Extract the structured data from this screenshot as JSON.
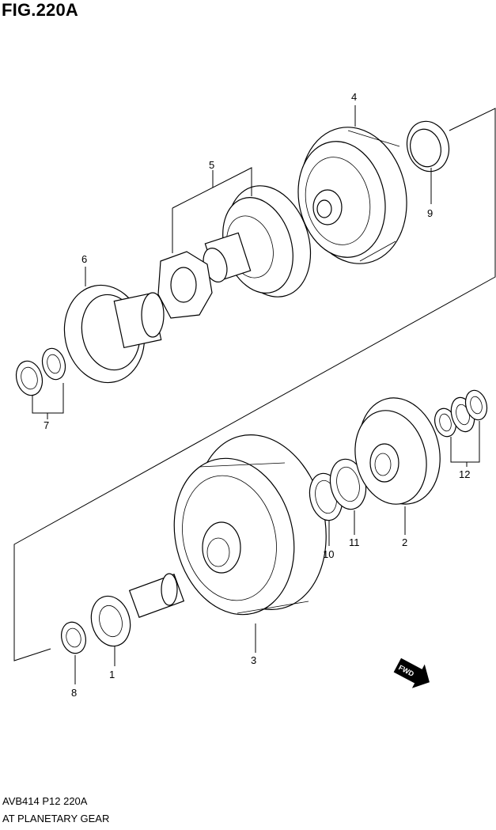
{
  "figure": {
    "title": "FIG.220A",
    "code": "AVB414 P12 220A",
    "name": "AT PLANETARY GEAR"
  },
  "callouts": [
    "1",
    "2",
    "3",
    "4",
    "5",
    "6",
    "7",
    "8",
    "9",
    "10",
    "11",
    "12"
  ],
  "direction_badge": {
    "label": "FWD",
    "icon": "fwd-arrow-icon"
  }
}
